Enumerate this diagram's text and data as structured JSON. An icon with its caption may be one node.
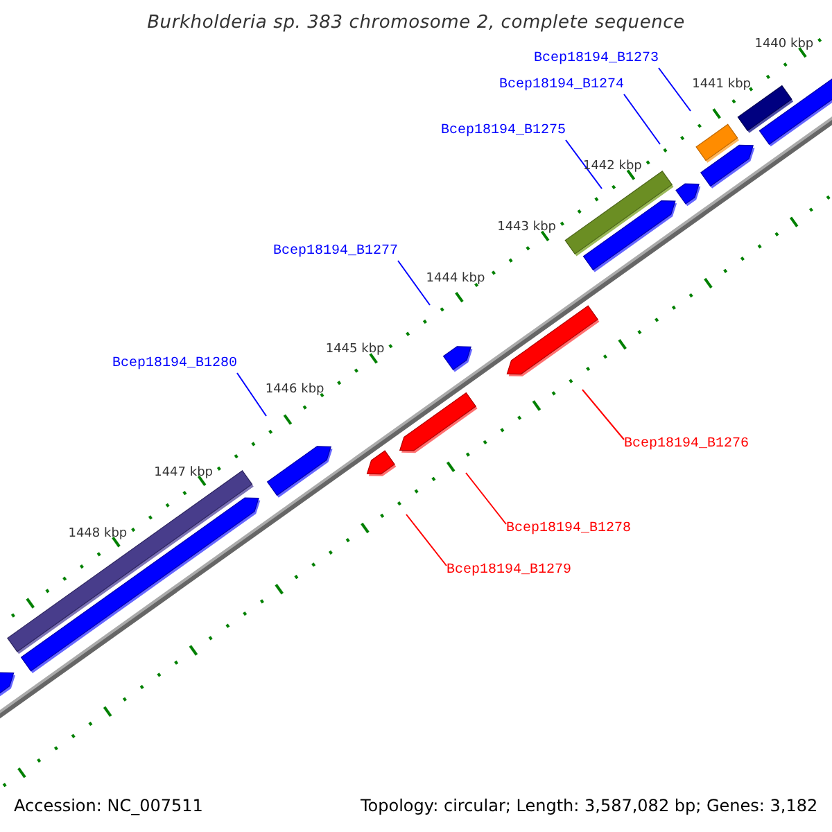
{
  "diagram": {
    "title": "Burkholderia sp. 383 chromosome 2, complete sequence",
    "nodes": [
      {
        "text": [
          "Bcep18194_B1273"
        ]
      },
      {
        "text": [
          "Bcep18194_B1274"
        ]
      },
      {
        "text": [
          "Bcep18194_B1275"
        ]
      },
      {
        "text": [
          "Bcep18194_B1277"
        ]
      },
      {
        "text": [
          "Bcep18194_B1280"
        ]
      },
      {
        "text": [
          "Bcep18194_B1276"
        ]
      },
      {
        "text": [
          "Bcep18194_B1278"
        ]
      },
      {
        "text": [
          "Bcep18194_B1279"
        ]
      }
    ],
    "edges": [
      {
        "from": 0,
        "to": null,
        "arrow": "none"
      },
      {
        "from": 1,
        "to": null,
        "arrow": "none"
      },
      {
        "from": 2,
        "to": null,
        "arrow": "none"
      },
      {
        "from": 3,
        "to": null,
        "arrow": "none"
      },
      {
        "from": 4,
        "to": null,
        "arrow": "none"
      },
      {
        "from": 5,
        "to": null,
        "arrow": "none",
        "color": "#ff0000"
      },
      {
        "from": 6,
        "to": null,
        "arrow": "none",
        "color": "#ff0000"
      },
      {
        "from": 7,
        "to": null,
        "arrow": "none",
        "color": "#ff0000"
      }
    ],
    "labels": [
      "1440 kbp",
      "1441 kbp",
      "1442 kbp",
      "1443 kbp",
      "1444 kbp",
      "1445 kbp",
      "1446 kbp",
      "1447 kbp",
      "1448 kbp",
      "Accession: NC_007511",
      "Topology: circular; Length: 3,587,082 bp; Genes: 3,182"
    ]
  }
}
